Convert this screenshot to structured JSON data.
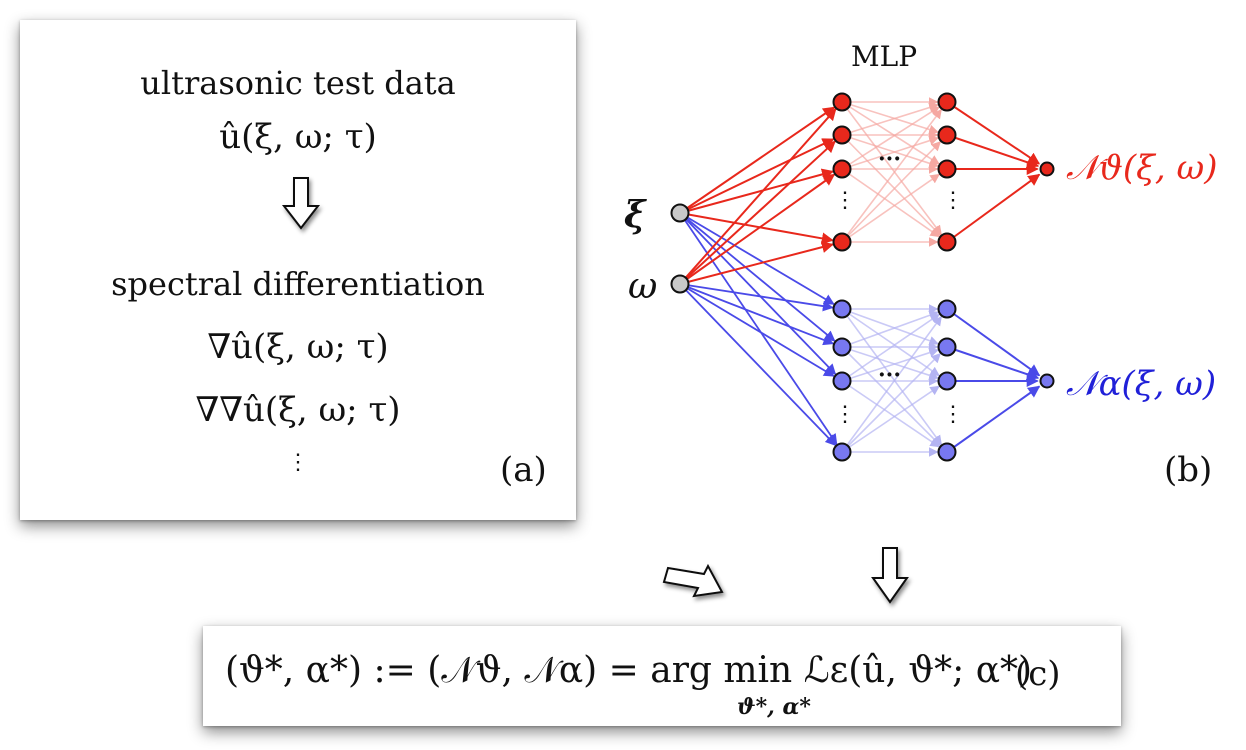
{
  "panel_a": {
    "title": "ultrasonic test data",
    "data_expr": "û(ξ, ω; τ)",
    "step_label": "spectral differentiation",
    "grad_expr": "∇û(ξ, ω; τ)",
    "hess_expr": "∇∇û(ξ, ω; τ)",
    "more": "⋮",
    "label": "(a)"
  },
  "panel_b": {
    "title": "MLP",
    "input_xi": "ξ",
    "input_omega": "ω",
    "output_theta": "𝒩ϑ(ξ, ω)",
    "output_alpha": "𝒩α(ξ, ω)",
    "ellipsis": "···",
    "vdots": "⋮",
    "label": "(b)",
    "colors": {
      "theta": "#e8281c",
      "alpha": "#4a4ae8",
      "input": "#c8c8c8"
    }
  },
  "panel_c": {
    "formula": "(ϑ*, α*) := (𝒩ϑ, 𝒩α) = arg min ℒε(û, ϑ*; α*)",
    "under_min": "ϑ*, α*",
    "label": "(c)"
  },
  "icons": [
    "down-arrow-icon",
    "diagonal-arrow-icon"
  ]
}
